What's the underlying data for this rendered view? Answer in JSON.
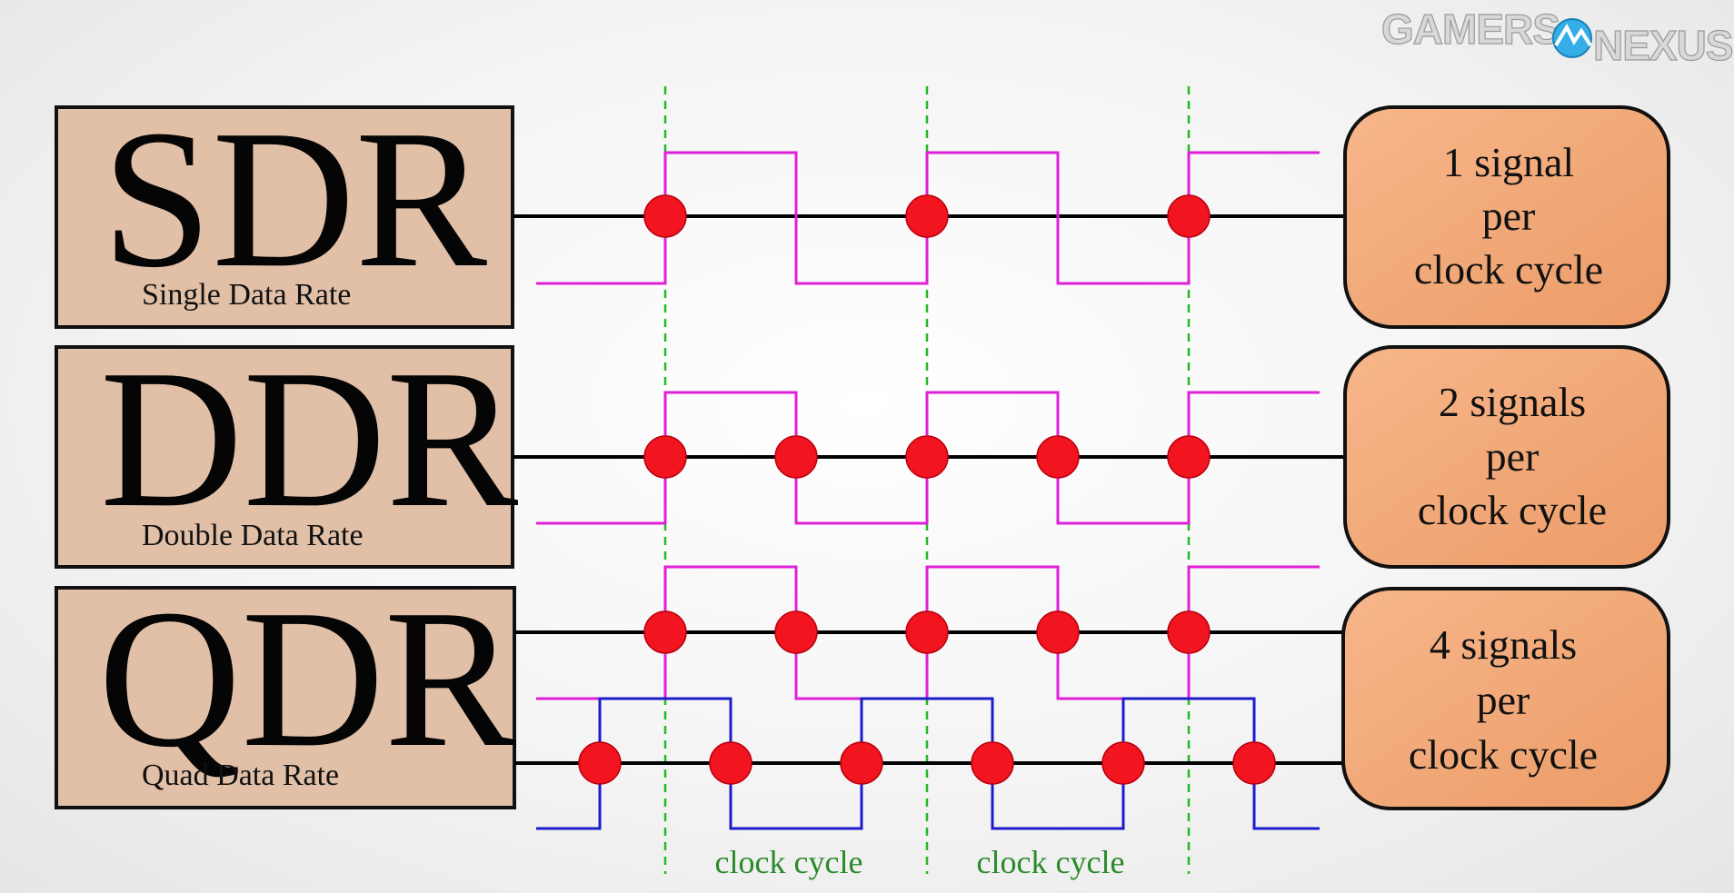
{
  "logo": {
    "text_left": "GAMERS",
    "text_right": "NEXUS",
    "mark_color": "#35aee8"
  },
  "rows": [
    {
      "abbr": "SDR",
      "full": "Single Data Rate",
      "rate_lines": [
        "1 signal",
        "per",
        "clock cycle"
      ]
    },
    {
      "abbr": "DDR",
      "full": "Double Data Rate",
      "rate_lines": [
        "2 signals",
        "per",
        "clock cycle"
      ]
    },
    {
      "abbr": "QDR",
      "full": "Quad Data Rate",
      "rate_lines": [
        "4 signals",
        "per",
        "clock cycle"
      ]
    }
  ],
  "clock_labels": [
    "clock cycle",
    "clock cycle"
  ],
  "colors": {
    "label_box": "#e2c0a8",
    "rate_box": "#f0a070",
    "signal_primary": "#e020d8",
    "signal_secondary": "#1c1ccc",
    "clock_marker": "#22bb22",
    "sample_dot": "#f2141e"
  }
}
